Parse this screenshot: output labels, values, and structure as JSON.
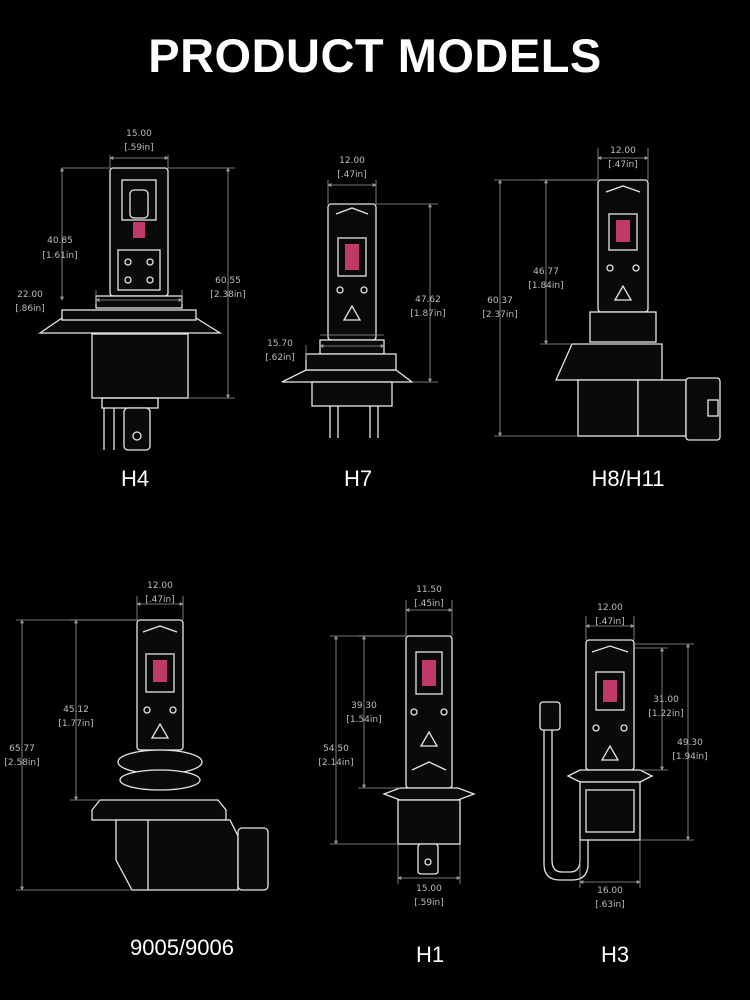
{
  "title": "PRODUCT MODELS",
  "models": [
    {
      "name": "H4",
      "dims": [
        {
          "mm": "15.00",
          "in": "[.59in]"
        },
        {
          "mm": "40.85",
          "in": "[1.61in]"
        },
        {
          "mm": "22.00",
          "in": "[.86in]"
        },
        {
          "mm": "60.55",
          "in": "[2.38in]"
        }
      ]
    },
    {
      "name": "H7",
      "dims": [
        {
          "mm": "12.00",
          "in": "[.47in]"
        },
        {
          "mm": "47.62",
          "in": "[1.87in]"
        },
        {
          "mm": "15.70",
          "in": "[.62in]"
        }
      ]
    },
    {
      "name": "H8/H11",
      "dims": [
        {
          "mm": "12.00",
          "in": "[.47in]"
        },
        {
          "mm": "46.77",
          "in": "[1.84in]"
        },
        {
          "mm": "60.37",
          "in": "[2.37in]"
        }
      ]
    },
    {
      "name": "9005/9006",
      "dims": [
        {
          "mm": "12.00",
          "in": "[.47in]"
        },
        {
          "mm": "45.12",
          "in": "[1.77in]"
        },
        {
          "mm": "65.77",
          "in": "[2.58in]"
        }
      ]
    },
    {
      "name": "H1",
      "dims": [
        {
          "mm": "11.50",
          "in": "[.45in]"
        },
        {
          "mm": "39.30",
          "in": "[1.54in]"
        },
        {
          "mm": "54.50",
          "in": "[2.14in]"
        },
        {
          "mm": "15.00",
          "in": "[.59in]"
        }
      ]
    },
    {
      "name": "H3",
      "dims": [
        {
          "mm": "12.00",
          "in": "[.47in]"
        },
        {
          "mm": "31.00",
          "in": "[1.22in]"
        },
        {
          "mm": "49.30",
          "in": "[1.94in]"
        },
        {
          "mm": "16.00",
          "in": "[.63in]"
        }
      ]
    }
  ]
}
